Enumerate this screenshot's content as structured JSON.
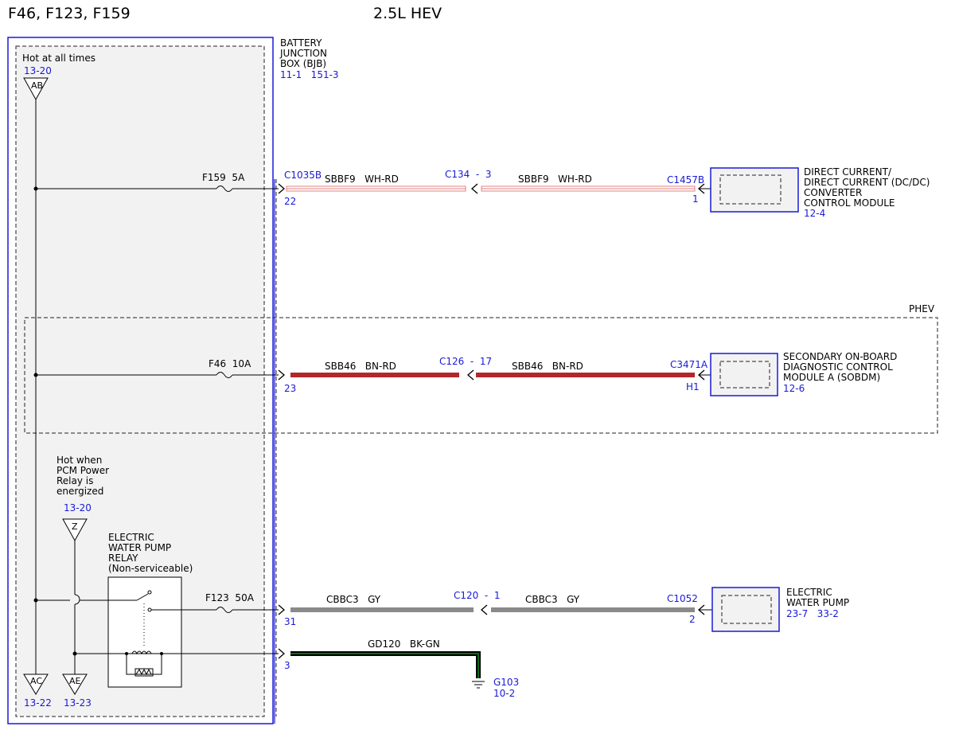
{
  "header": {
    "fuses_title": "F46, F123, F159",
    "engine_title": "2.5L HEV"
  },
  "bjb": {
    "label_lines": [
      "BATTERY",
      "JUNCTION",
      "BOX (BJB)"
    ],
    "refs": "11-1   151-3"
  },
  "power_sources": {
    "hot_at_all_times": {
      "label": "Hot at all times",
      "ref": "13-20",
      "tri": "AB"
    },
    "hot_when": {
      "label_lines": [
        "Hot when",
        "PCM Power",
        "Relay is",
        "energized"
      ],
      "ref": "13-20",
      "tri": "Z"
    },
    "ac": {
      "tri": "AC",
      "ref": "13-22"
    },
    "ae": {
      "tri": "AE",
      "ref": "13-23"
    }
  },
  "relay": {
    "label_lines": [
      "ELECTRIC",
      "WATER PUMP",
      "RELAY",
      "(Non-serviceable)"
    ]
  },
  "circuits": {
    "f159": {
      "fuse": "F159  5A",
      "bjb_connector": "C1035B",
      "bjb_pin": "22",
      "wire_left": "SBBF9   WH-RD",
      "inline_connector": "C134  -  3",
      "wire_right": "SBBF9   WH-RD",
      "end_connector": "C1457B",
      "end_pin": "1",
      "module_lines": [
        "DIRECT CURRENT/",
        "DIRECT CURRENT (DC/DC)",
        "CONVERTER",
        "CONTROL MODULE"
      ],
      "module_ref": "12-4"
    },
    "f46": {
      "fuse": "F46  10A",
      "bjb_pin": "23",
      "wire_left": "SBB46   BN-RD",
      "inline_connector": "C126  -  17",
      "wire_right": "SBB46   BN-RD",
      "end_connector": "C3471A",
      "end_pin": "H1",
      "module_lines": [
        "SECONDARY ON-BOARD",
        "DIAGNOSTIC CONTROL",
        "MODULE A (SOBDM)"
      ],
      "module_ref": "12-6"
    },
    "f123": {
      "fuse": "F123  50A",
      "bjb_pin": "31",
      "wire_left": "CBBC3   GY",
      "inline_connector": "C120  -  1",
      "wire_right": "CBBC3   GY",
      "end_connector": "C1052",
      "end_pin": "2",
      "module_lines": [
        "ELECTRIC",
        "WATER PUMP"
      ],
      "module_ref": "23-7   33-2"
    },
    "ground": {
      "bjb_pin": "3",
      "wire": "GD120   BK-GN",
      "ground_name": "G103",
      "ground_ref": "10-2"
    }
  },
  "option_box": {
    "label": "PHEV"
  },
  "colors": {
    "blue": "#1a1ad6",
    "wire_wh_rd": "#e08080",
    "wire_bn_rd": "#b3262b",
    "wire_gy": "#8a8a8a",
    "wire_bk_gn": "#0a6a1a",
    "panel_fill": "#f2f2f2"
  }
}
